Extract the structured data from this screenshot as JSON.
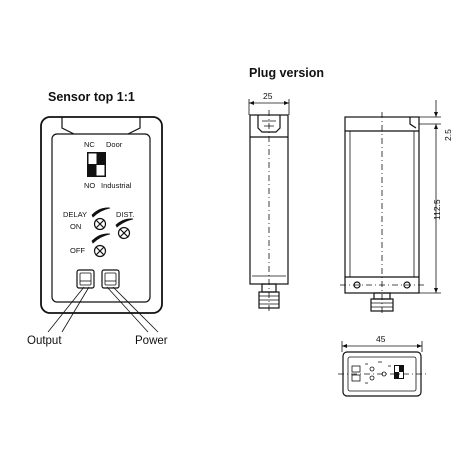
{
  "headings": {
    "sensor_top": "Sensor top 1:1",
    "plug_version": "Plug version"
  },
  "sensor_panel": {
    "nc": "NC",
    "door": "Door",
    "no": "NO",
    "industrial": "Industrial",
    "delay": "DELAY",
    "on": "ON",
    "off": "OFF",
    "dist": "DIST."
  },
  "callouts": {
    "output": "Output",
    "power": "Power"
  },
  "dimensions": {
    "side_width": "25",
    "front_top": "2.5",
    "front_height": "112.5",
    "bottom_width": "45"
  }
}
